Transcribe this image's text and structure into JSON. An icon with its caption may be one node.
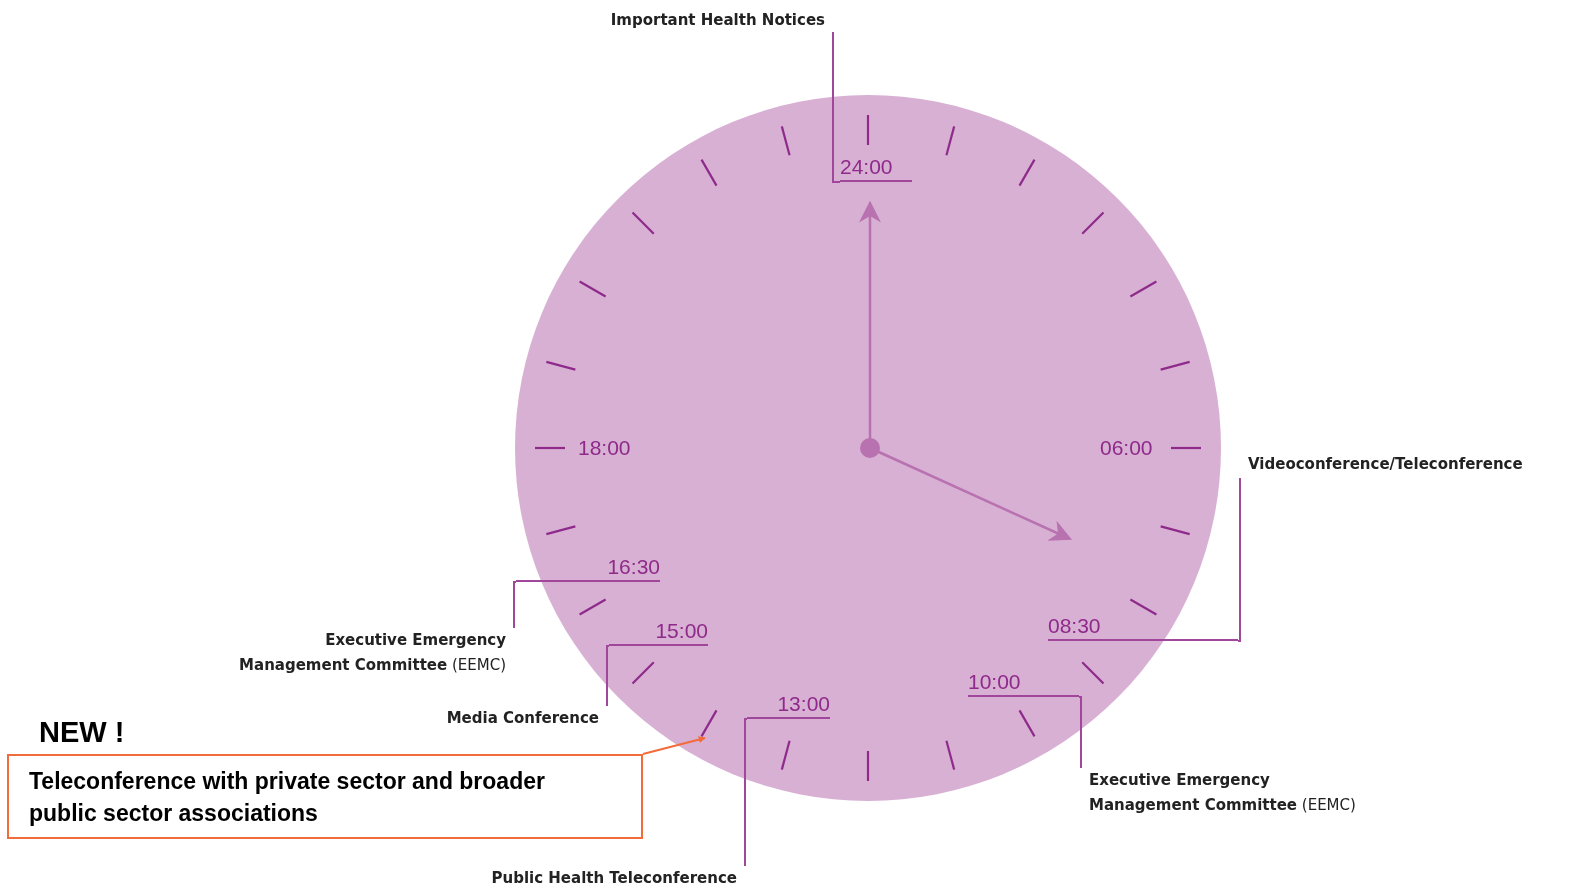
{
  "diagram": {
    "nodes": [
      {
        "text": [],
        "shape": "circle"
      },
      {
        "text": [
          "Important Health Notices"
        ]
      },
      {
        "text": [
          "24:00"
        ],
        "in": 0
      },
      {
        "text": [
          "Videoconference/Teleconference"
        ]
      },
      {
        "text": [
          "08:30"
        ],
        "in": 0
      },
      {
        "text": [
          "10:00"
        ],
        "in": 0
      },
      {
        "text": [
          "**Executive Emergency Management Committee** (EEMC)"
        ]
      },
      {
        "text": [
          "13:00"
        ],
        "in": 0
      },
      {
        "text": [
          "Public Health Teleconference"
        ]
      },
      {
        "text": [
          "15:00"
        ],
        "in": 0
      },
      {
        "text": [
          "Media Conference"
        ]
      },
      {
        "text": [
          "16:30"
        ],
        "in": 0
      },
      {
        "text": [
          "**Executive Emergency Management Committee** (EEMC)"
        ]
      },
      {
        "text": [
          "NEW !",
          "Teleconference with private sector and broader public sector associations"
        ]
      }
    ],
    "edges": [
      {
        "from": 1,
        "to": 2,
        "arrow": "none"
      },
      {
        "from": 3,
        "to": 4,
        "arrow": "none"
      },
      {
        "from": 6,
        "to": 5,
        "arrow": "none"
      },
      {
        "from": 8,
        "to": 7,
        "arrow": "none"
      },
      {
        "from": 10,
        "to": 9,
        "arrow": "none"
      },
      {
        "from": 12,
        "to": 11,
        "arrow": "none"
      },
      {
        "from": 13,
        "to": null,
        "arrow": "to",
        "color": "#f26b3a"
      }
    ],
    "labels": [
      "18:00",
      "06:00"
    ]
  }
}
